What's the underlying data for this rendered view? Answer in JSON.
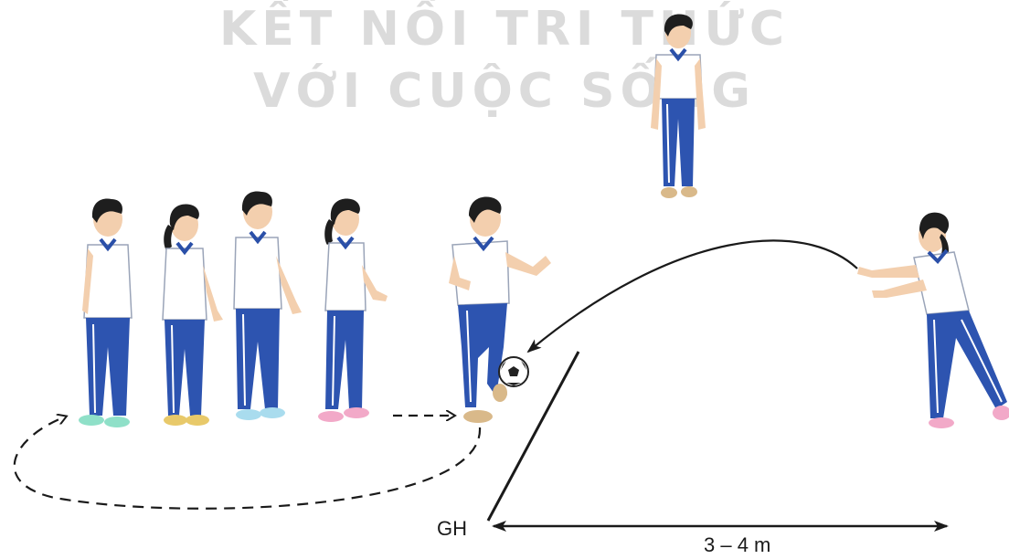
{
  "watermark": {
    "line1": "KẾT NỐI TRI THỨC",
    "line2": "VỚI CUỘC SỐNG"
  },
  "labels": {
    "gh": "GH",
    "distance": "3 – 4 m"
  },
  "colors": {
    "shirt": "#ffffff",
    "collar": "#2a4fa8",
    "pants": "#2d54b0",
    "stripe": "#ffffff",
    "skin": "#f3cfae",
    "hair": "#1e1e1e",
    "ball_black": "#222222",
    "line": "#1a1a1a",
    "shoe_mint": "#8fe0c8",
    "shoe_yellow": "#e8c96a",
    "shoe_sky": "#a9dcee",
    "shoe_pink": "#f2a9c8",
    "shoe_tan": "#d9b98a"
  },
  "figures": [
    {
      "id": "queue-student-1",
      "gender": "boy",
      "shoes": "mint"
    },
    {
      "id": "queue-student-2",
      "gender": "girl",
      "shoes": "yellow"
    },
    {
      "id": "queue-student-3",
      "gender": "boy",
      "shoes": "sky"
    },
    {
      "id": "queue-student-4",
      "gender": "girl",
      "shoes": "pink"
    },
    {
      "id": "kicking-student",
      "gender": "boy",
      "shoes": "tan"
    },
    {
      "id": "observer-student",
      "gender": "boy",
      "shoes": "tan"
    },
    {
      "id": "thrower-student",
      "gender": "girl",
      "shoes": "pink"
    }
  ]
}
